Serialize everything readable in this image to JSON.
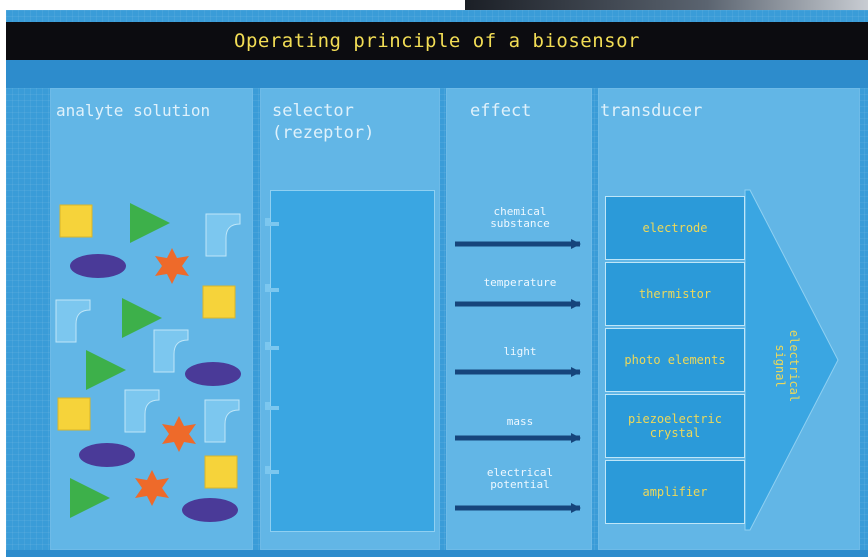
{
  "title": "Operating principle of a biosensor",
  "columns": {
    "analyte": "analyte solution",
    "selector": "selector\n(rezeptor)",
    "effect": "effect",
    "transducer": "transducer"
  },
  "effects": [
    "chemical\nsubstance",
    "temperature",
    "light",
    "mass",
    "electrical\npotential"
  ],
  "transducers": [
    "electrode",
    "thermistor",
    "photo elements",
    "piezoelectric\ncrystal",
    "amplifier"
  ],
  "output_label": "electrical\nsignal",
  "colors": {
    "title_bg": "#0c0c10",
    "title_text": "#f2dd55",
    "panel": "#3a9cd8",
    "column": "#62b6e6",
    "square": "#f6d33a",
    "triangle": "#3db04a",
    "ellipse": "#4a3a98",
    "star": "#ee6a2a",
    "arrow": "#16457c"
  },
  "analyte_shapes": [
    "square",
    "triangle",
    "ellipse",
    "star",
    "receptor-piece"
  ]
}
